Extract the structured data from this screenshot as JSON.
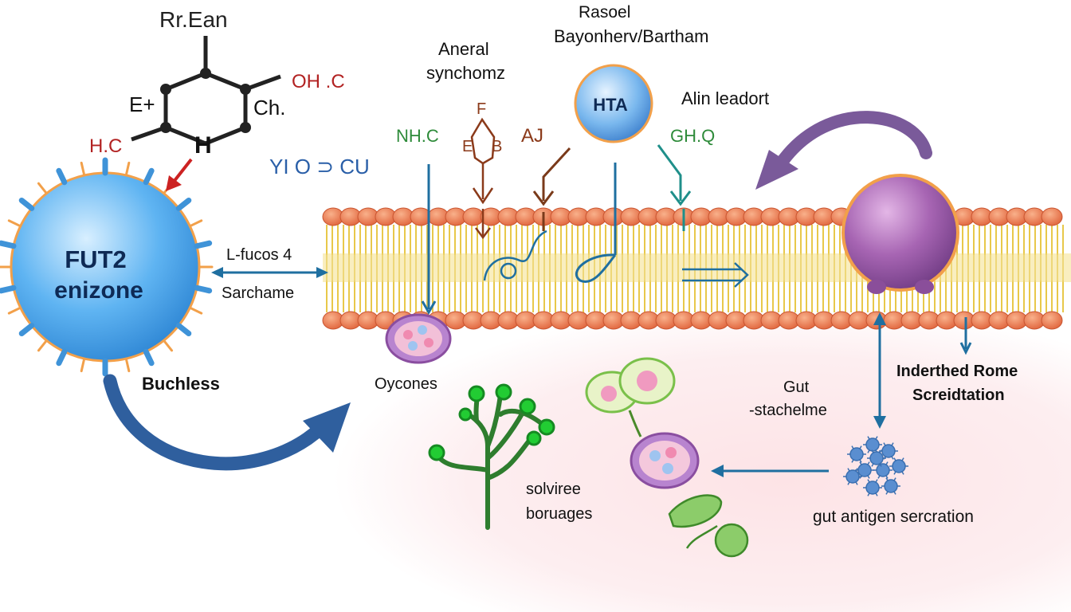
{
  "labels": {
    "top_title": "Rr.Ean",
    "mol_e": "E+",
    "mol_ch": "Ch.",
    "mol_h": "H",
    "mol_hc": "H.C",
    "mol_ohc": "OH .C",
    "mol_blue": "YI O ⊃ CU",
    "fut2_line1": "FUT2",
    "fut2_line2": "enizone",
    "lfucose": "L-fucos 4",
    "sarchame": "Sarchame",
    "buchless": "Buchless",
    "aneral_line1": "Aneral",
    "aneral_line2": "synchomz",
    "rasoel": "Rasoel",
    "bayonherv": "Bayonherv/Bartham",
    "hta": "HTA",
    "alin": "Alin leadort",
    "nhc": "NH.C",
    "aj": "AJ",
    "ghq": "GH.Q",
    "fe_f": "F",
    "fe_e": "E",
    "fe_b": "B",
    "oycones": "Oycones",
    "solviree_line1": "solviree",
    "solviree_line2": "boruages",
    "gut_line1": "Gut",
    "gut_line2": "-stachelme",
    "inderthed_line1": "Inderthed Rome",
    "inderthed_line2": "Screidtation",
    "gut_antigen": "gut antigen sercration"
  },
  "colors": {
    "membrane_head": "#f08a5d",
    "membrane_tail": "#e8c84a",
    "cell_blue": "#4aa8ee",
    "cell_purple": "#9b5bb0",
    "arrow_blue": "#2f5f9e",
    "arrow_purple": "#7a5a9a",
    "arrow_teal": "#1f6fa0",
    "arrow_brown": "#7a3a1a",
    "arrow_red": "#cc2222",
    "text_red": "#b22222",
    "text_green": "#2e8b3a",
    "text_blue": "#2a5fa8",
    "text_brown": "#8b3a1a"
  }
}
